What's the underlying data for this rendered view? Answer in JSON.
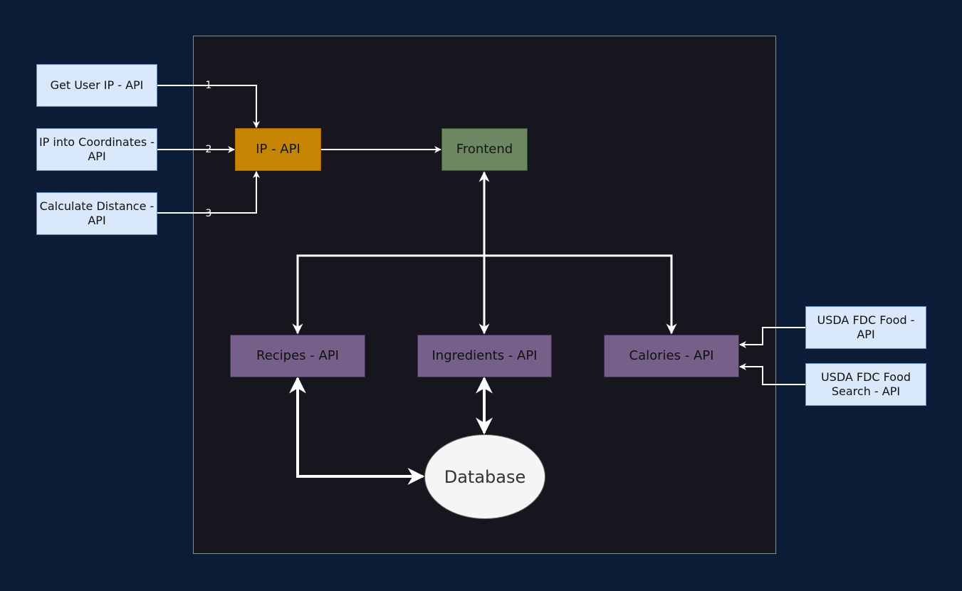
{
  "nodes": {
    "get_user_ip": "Get User IP - API",
    "ip_into_coordinates": "IP into Coordinates - API",
    "calculate_distance": "Calculate Distance - API",
    "ip_api": "IP - API",
    "frontend": "Frontend",
    "recipes_api": "Recipes - API",
    "ingredients_api": "Ingredients - API",
    "calories_api": "Calories - API",
    "usda_food": "USDA FDC Food - API",
    "usda_food_search": "USDA FDC Food Search - API",
    "database": "Database"
  },
  "edge_labels": {
    "step1": "1",
    "step2": "2",
    "step3": "3"
  },
  "colors": {
    "background": "#0c1c36",
    "container": "#17151d",
    "external_api": "#dae8fc",
    "ip_api": "#c58503",
    "frontend": "#6d8763",
    "service_api": "#76608a",
    "database": "#f5f5f5",
    "arrows": "#ffffff"
  }
}
